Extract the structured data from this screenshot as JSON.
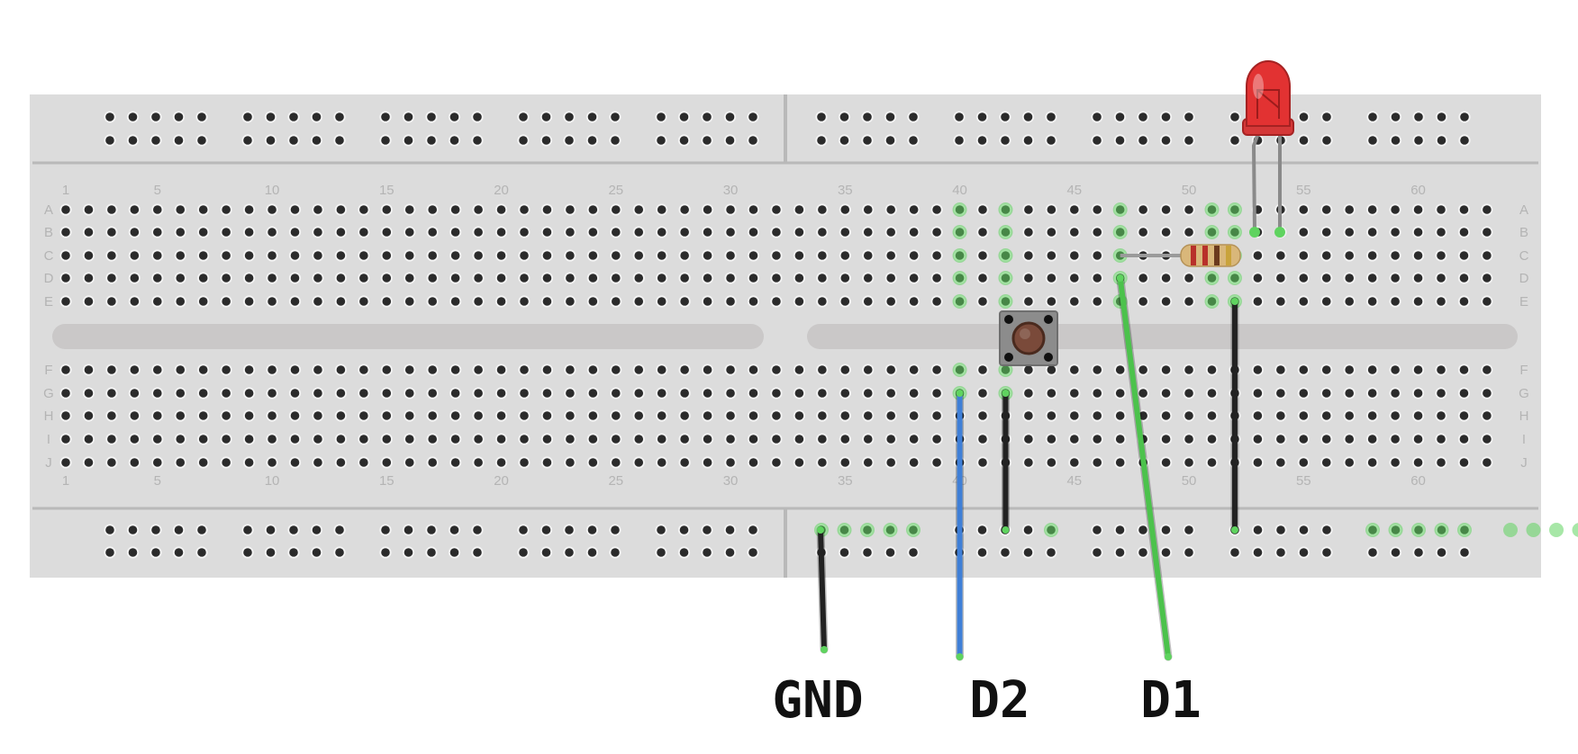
{
  "breadboard": {
    "columns": 63,
    "row_letters": [
      "A",
      "B",
      "C",
      "D",
      "E",
      "F",
      "G",
      "H",
      "I",
      "J"
    ],
    "column_numbers": [
      "1",
      "5",
      "10",
      "15",
      "20",
      "25",
      "30",
      "35",
      "40",
      "45",
      "50",
      "55",
      "60"
    ],
    "colors": {
      "board": "#dcdcdc",
      "hole": "#2b2b2b",
      "rail_line": "#b9b9b9",
      "label": "#b4b4b4",
      "highlight": "#5fd35f"
    }
  },
  "components": [
    {
      "type": "push-button",
      "name": "push-button",
      "legs_columns": [
        40,
        42
      ],
      "rows": [
        "E",
        "F"
      ]
    },
    {
      "type": "resistor",
      "name": "resistor",
      "row": "C",
      "from_column": 47,
      "to_column": 51,
      "bands": [
        "red",
        "red",
        "brown",
        "gold"
      ]
    },
    {
      "type": "led",
      "name": "red-led",
      "color": "#e23232",
      "leg_columns": [
        51,
        52
      ],
      "row": "B"
    }
  ],
  "wires": [
    {
      "name": "gnd-wire",
      "color": "#222222",
      "from": "ground-rail",
      "to": "GND"
    },
    {
      "name": "d2-wire",
      "color": "#3f7fd7",
      "from": "G40",
      "to": "D2"
    },
    {
      "name": "d1-wire",
      "color": "#4cc24c",
      "from": "D47",
      "to": "D1"
    },
    {
      "name": "button-ground-wire",
      "color": "#222222",
      "from": "G42",
      "to": "ground-rail"
    },
    {
      "name": "led-ground-wire",
      "color": "#222222",
      "from": "E52",
      "to": "ground-rail"
    }
  ],
  "pin_labels": {
    "gnd": "GND",
    "d2": "D2",
    "d1": "D1"
  }
}
